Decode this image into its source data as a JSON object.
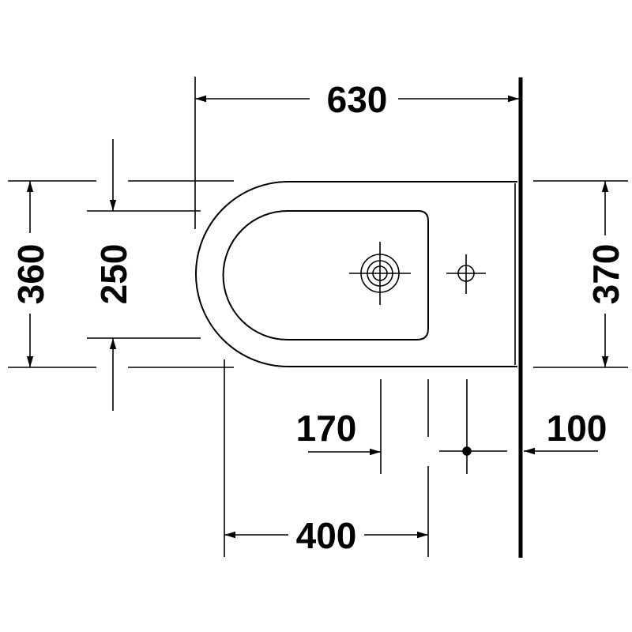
{
  "colors": {
    "line": "#000000",
    "background": "#ffffff"
  },
  "dimensions": {
    "total_length": "630",
    "total_width": "360",
    "bowl_width": "250",
    "wall_width": "370",
    "tap_to_wall": "170",
    "hole_to_wall": "100",
    "fixing_span": "400"
  }
}
